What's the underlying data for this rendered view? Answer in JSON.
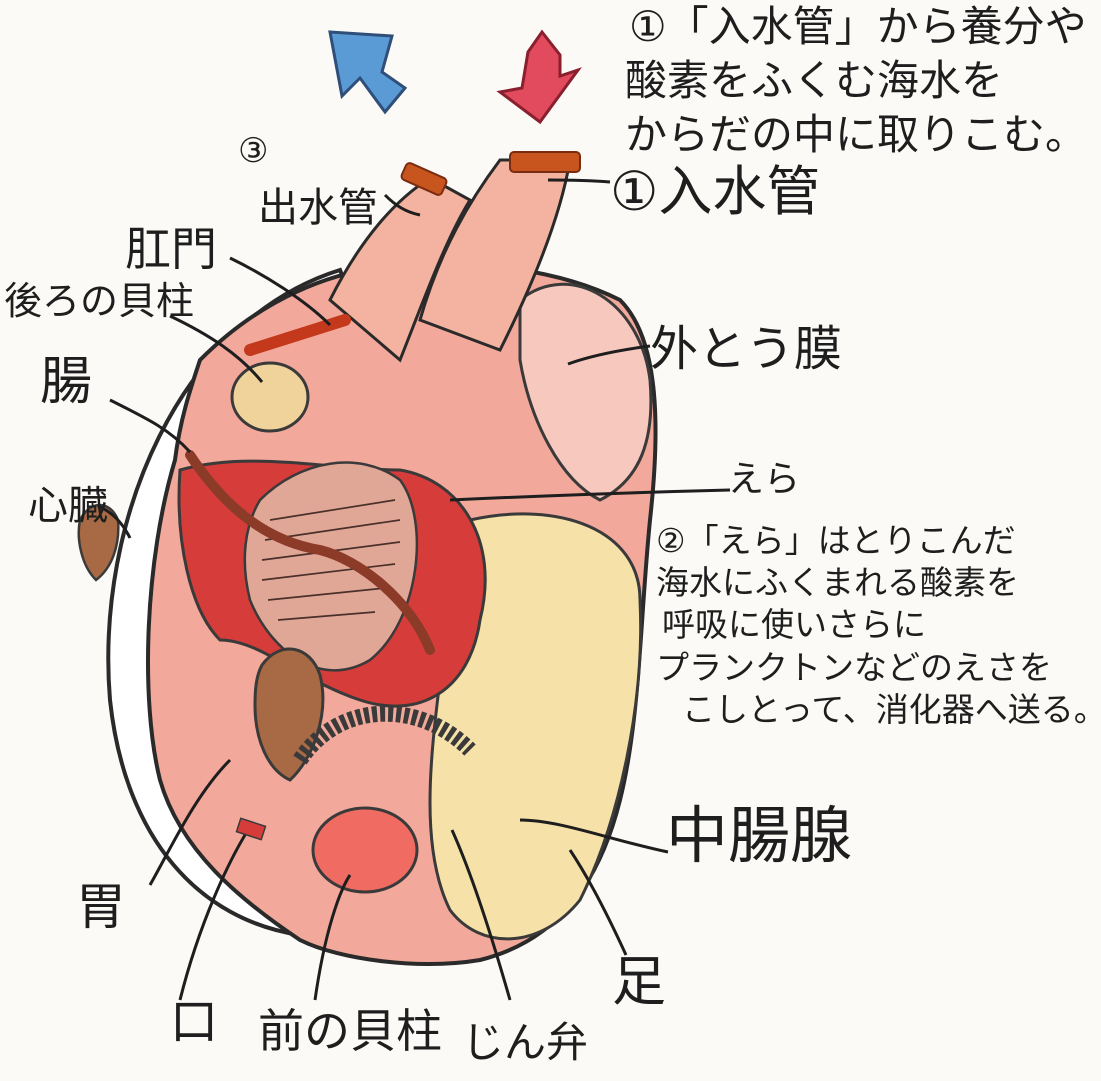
{
  "intro_note": {
    "marker": "①",
    "line1": "「入水管」から養分や",
    "line2": "酸素をふくむ海水を",
    "line3": "からだの中に取りこむ。"
  },
  "labels": {
    "step3_marker": "③",
    "excurrent_siphon": "出水管",
    "incurrent_siphon": "①入水管",
    "anus": "肛門",
    "posterior_adductor": "後ろの貝柱",
    "intestine": "腸",
    "heart": "心臓",
    "mantle": "外とう膜",
    "gill": "えら",
    "midgut_gland": "中腸腺",
    "stomach": "胃",
    "mouth": "口",
    "anterior_adductor": "前の貝柱",
    "ligament": "じん弁",
    "foot": "足"
  },
  "gill_note": {
    "line1": "②「えら」はとりこんだ",
    "line2": "海水にふくまれる酸素を",
    "line3": "呼吸に使いさらに",
    "line4": "プランクトンなどのえさを",
    "line5": "こしとって、消化器へ送る。"
  },
  "colors": {
    "outflow_arrow": "#5a9bd6",
    "inflow_arrow": "#e24a5e",
    "body_flesh": "#f2a99b",
    "gill_red": "#d63c3a",
    "midgut_cream": "#f6e2a8",
    "siphon_tip": "#c8541e",
    "stomach_brown": "#a86a45"
  }
}
